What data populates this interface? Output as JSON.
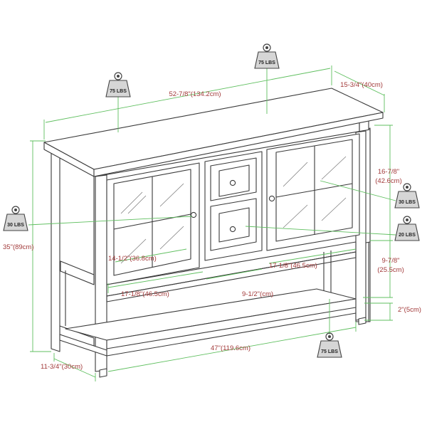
{
  "diagram": {
    "dimensions": {
      "top_width": "52-7/8\"(134.2cm)",
      "depth": "15-3/4\"(40cm)",
      "upper_height": "16-7/8\"",
      "upper_height_cm": "(42.6cm)",
      "total_height": "35\"(89cm)",
      "glass_width": "14-1/2\"(36.8cm)",
      "cabinet_width_right": "17-1/8\"(46.5cm)",
      "cabinet_width_left": "17-1/8\"(46.5cm)",
      "drawer_width": "9-1/2\"(cm)",
      "shelf_height": "9-7/8\"",
      "shelf_height_cm": "(25.5cm)",
      "foot_height": "2\"(5cm)",
      "bottom_width": "47\"(119.6cm)",
      "side_depth": "11-3/4\"(30cm)"
    },
    "weights": {
      "top_center": "75 LBS",
      "top_left": "75 LBS",
      "left_cabinet": "30 LBS",
      "right_cabinet": "30 LBS",
      "drawers": "20 LBS",
      "bottom_shelf": "75 LBS"
    }
  }
}
